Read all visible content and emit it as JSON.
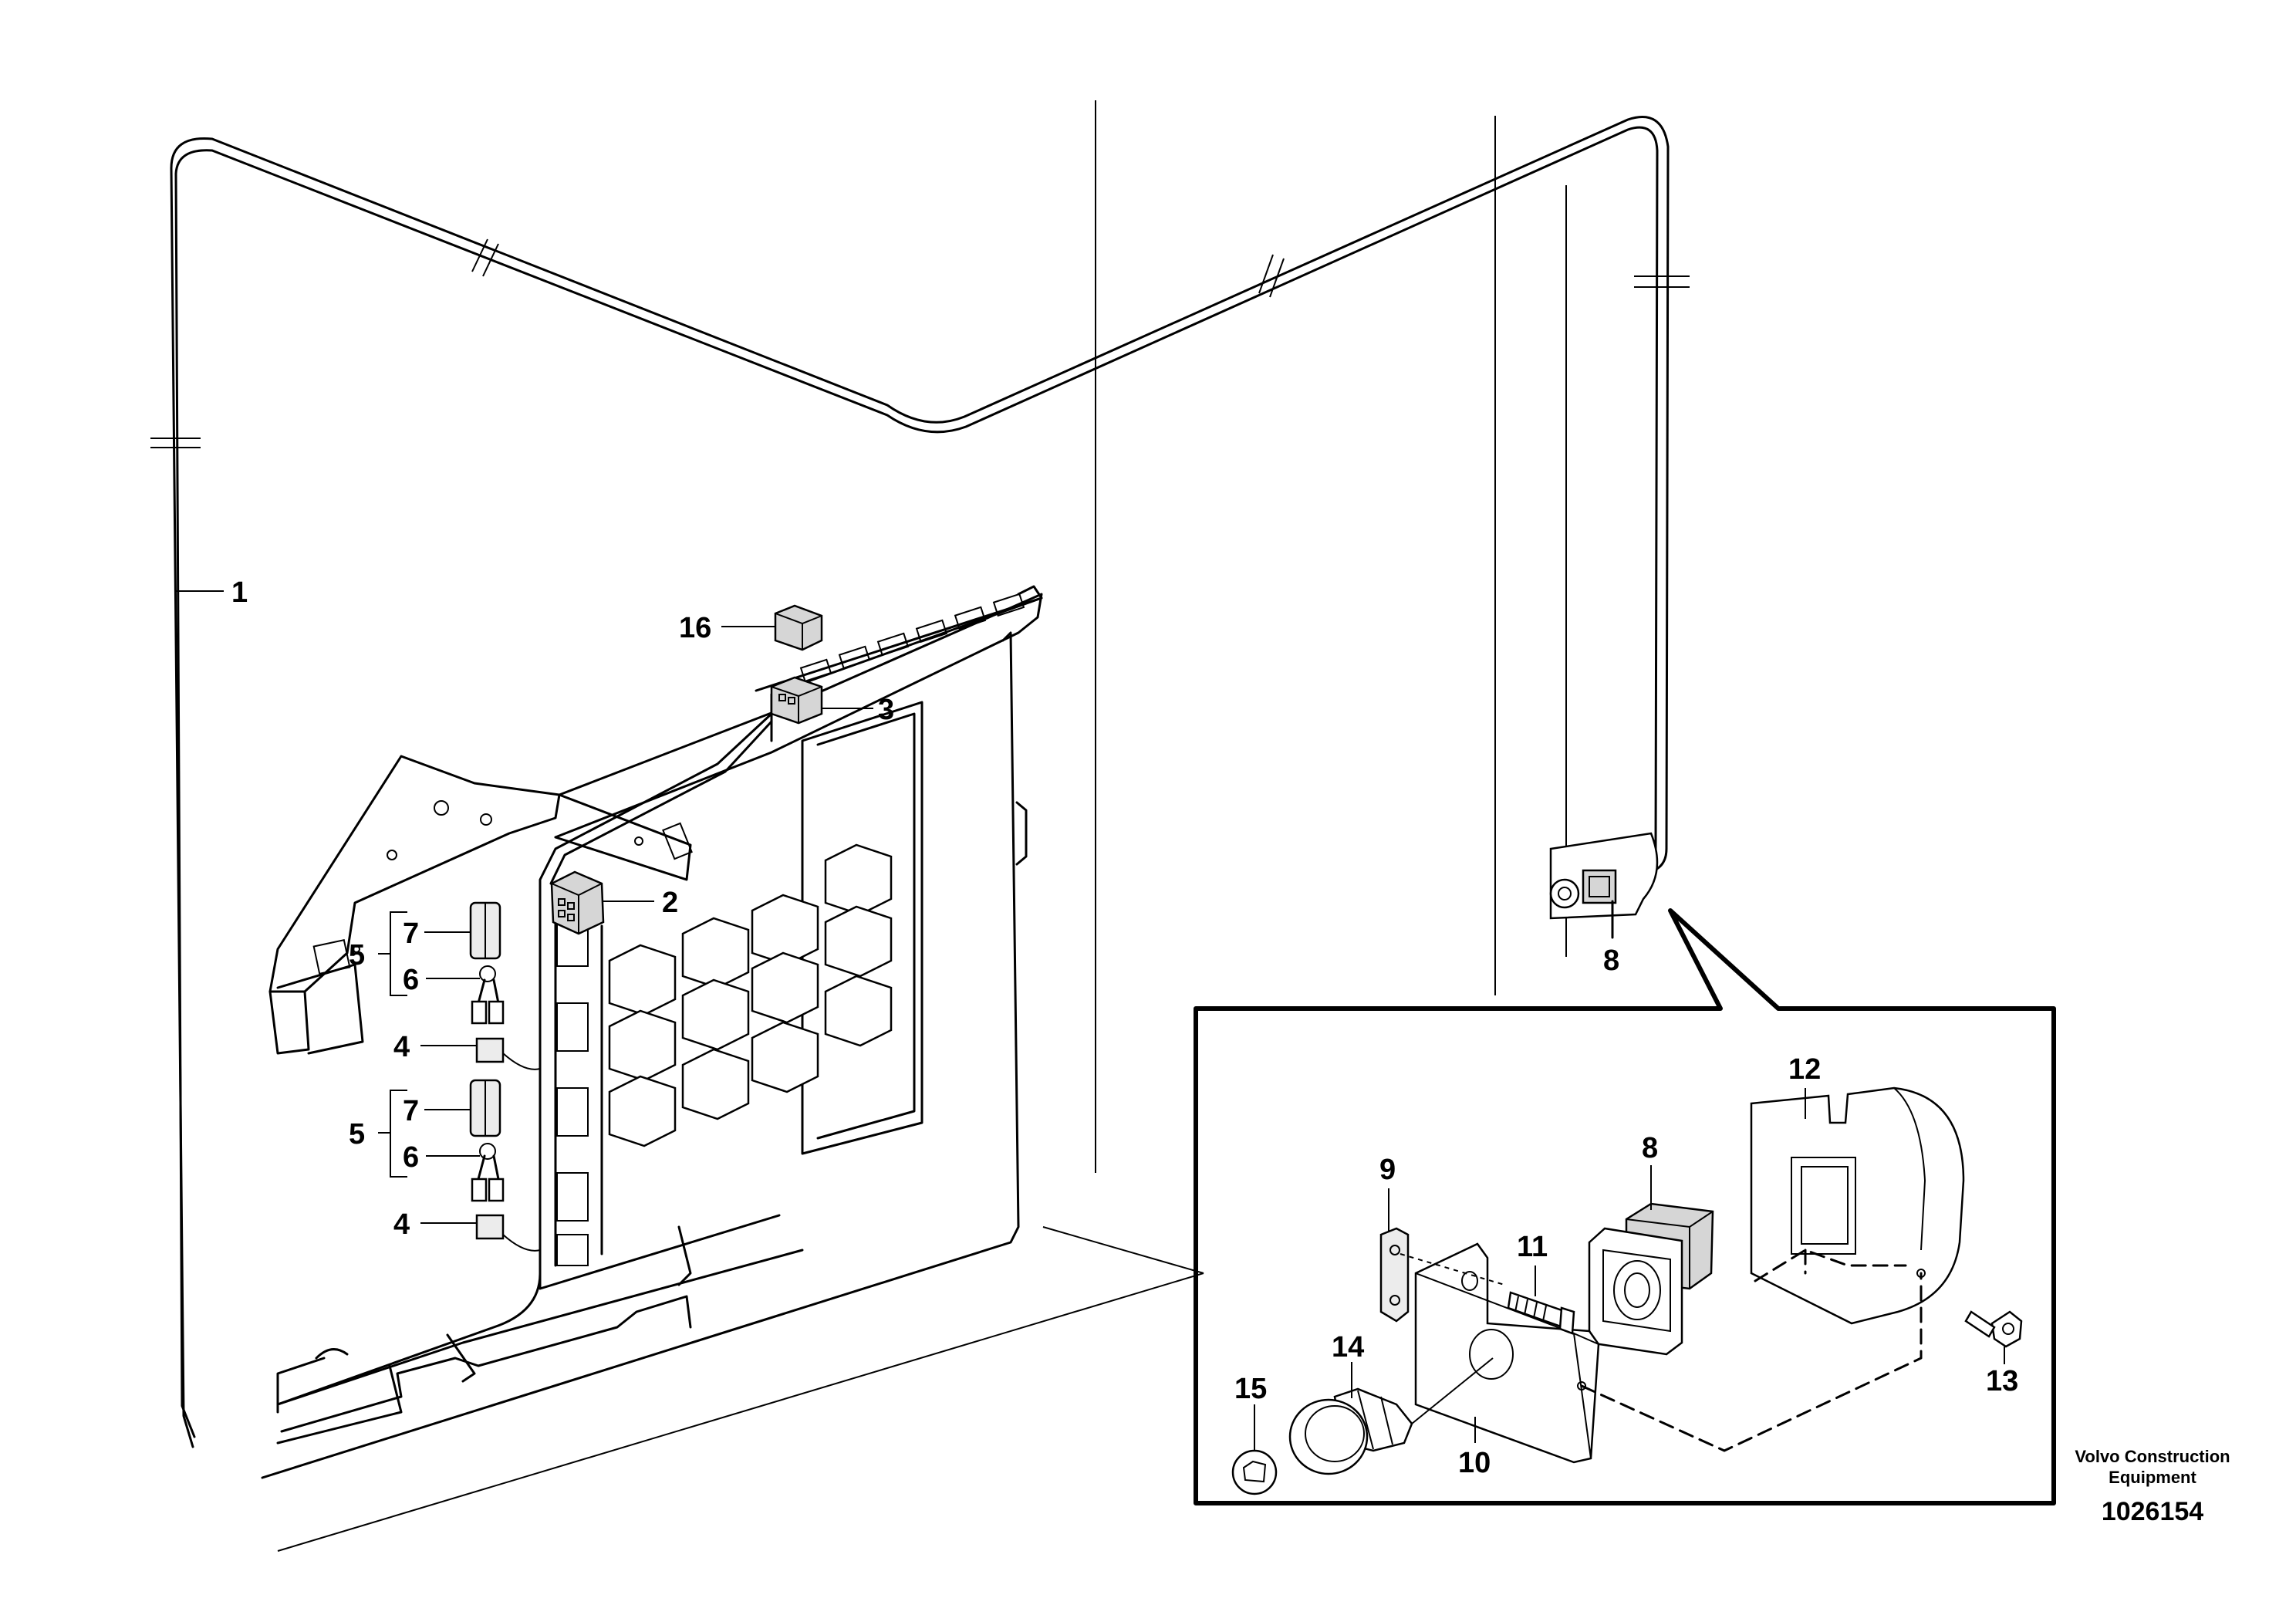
{
  "callouts": {
    "c1": "1",
    "c2": "2",
    "c3": "3",
    "c4a": "4",
    "c4b": "4",
    "c5a": "5",
    "c5b": "5",
    "c6a": "6",
    "c6b": "6",
    "c7a": "7",
    "c7b": "7",
    "c8a": "8",
    "c8b": "8",
    "c9": "9",
    "c10": "10",
    "c11": "11",
    "c12": "12",
    "c13": "13",
    "c14": "14",
    "c15": "15",
    "c16": "16"
  },
  "footer": {
    "company_line1": "Volvo Construction",
    "company_line2": "Equipment",
    "drawing_number": "1026154"
  }
}
